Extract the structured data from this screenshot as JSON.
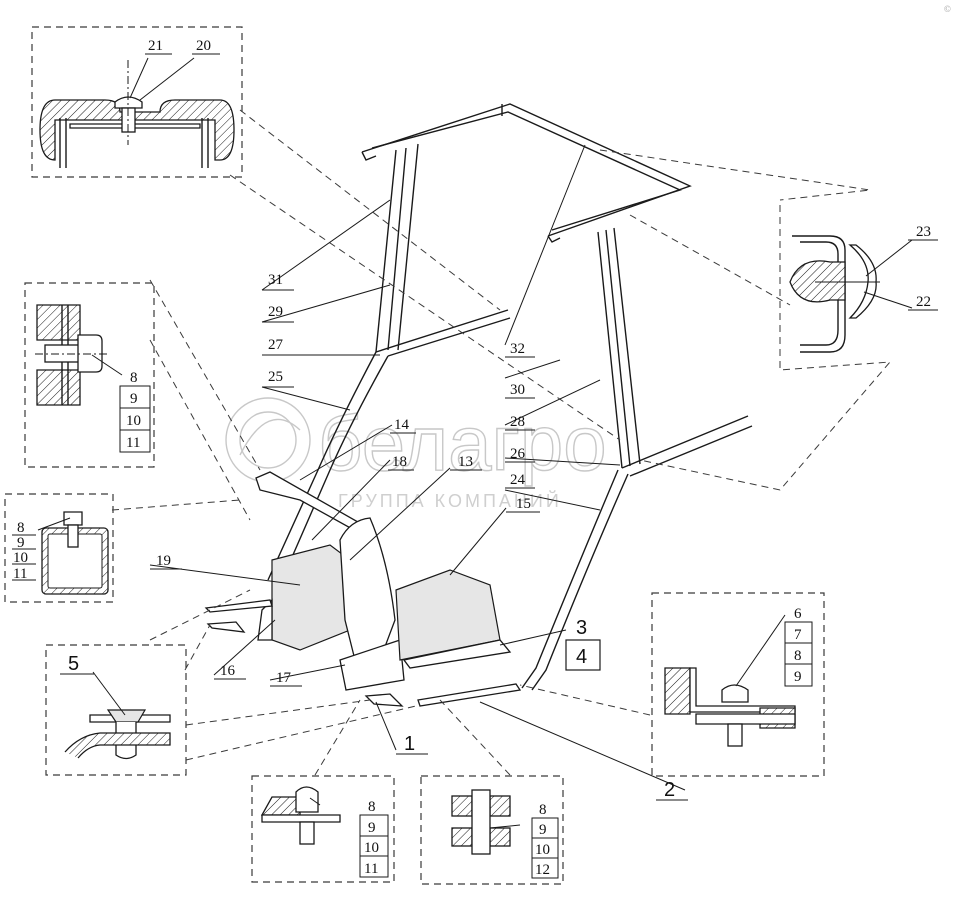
{
  "watermark": {
    "brand": "белагро",
    "tagline": "ГРУППА КОМПАНИЙ"
  },
  "corner_mark": "©",
  "callouts": {
    "c1": "1",
    "c2": "2",
    "c3": "3",
    "c4": "4",
    "c5": "5",
    "c13": "13",
    "c14": "14",
    "c15": "15",
    "c16": "16",
    "c17": "17",
    "c18": "18",
    "c19": "19",
    "c20": "20",
    "c21": "21",
    "c22": "22",
    "c23": "23",
    "c24": "24",
    "c25": "25",
    "c26": "26",
    "c27": "27",
    "c28": "28",
    "c29": "29",
    "c30": "30",
    "c31": "31",
    "c32": "32"
  },
  "stacks": {
    "left_mid": [
      "8",
      "9",
      "10",
      "11"
    ],
    "left_small": [
      "8",
      "9",
      "10",
      "11"
    ],
    "bottom_left": [
      "8",
      "9",
      "10",
      "11"
    ],
    "bottom_mid": [
      "8",
      "9",
      "10",
      "12"
    ],
    "right": [
      "6",
      "7",
      "8",
      "9"
    ]
  }
}
